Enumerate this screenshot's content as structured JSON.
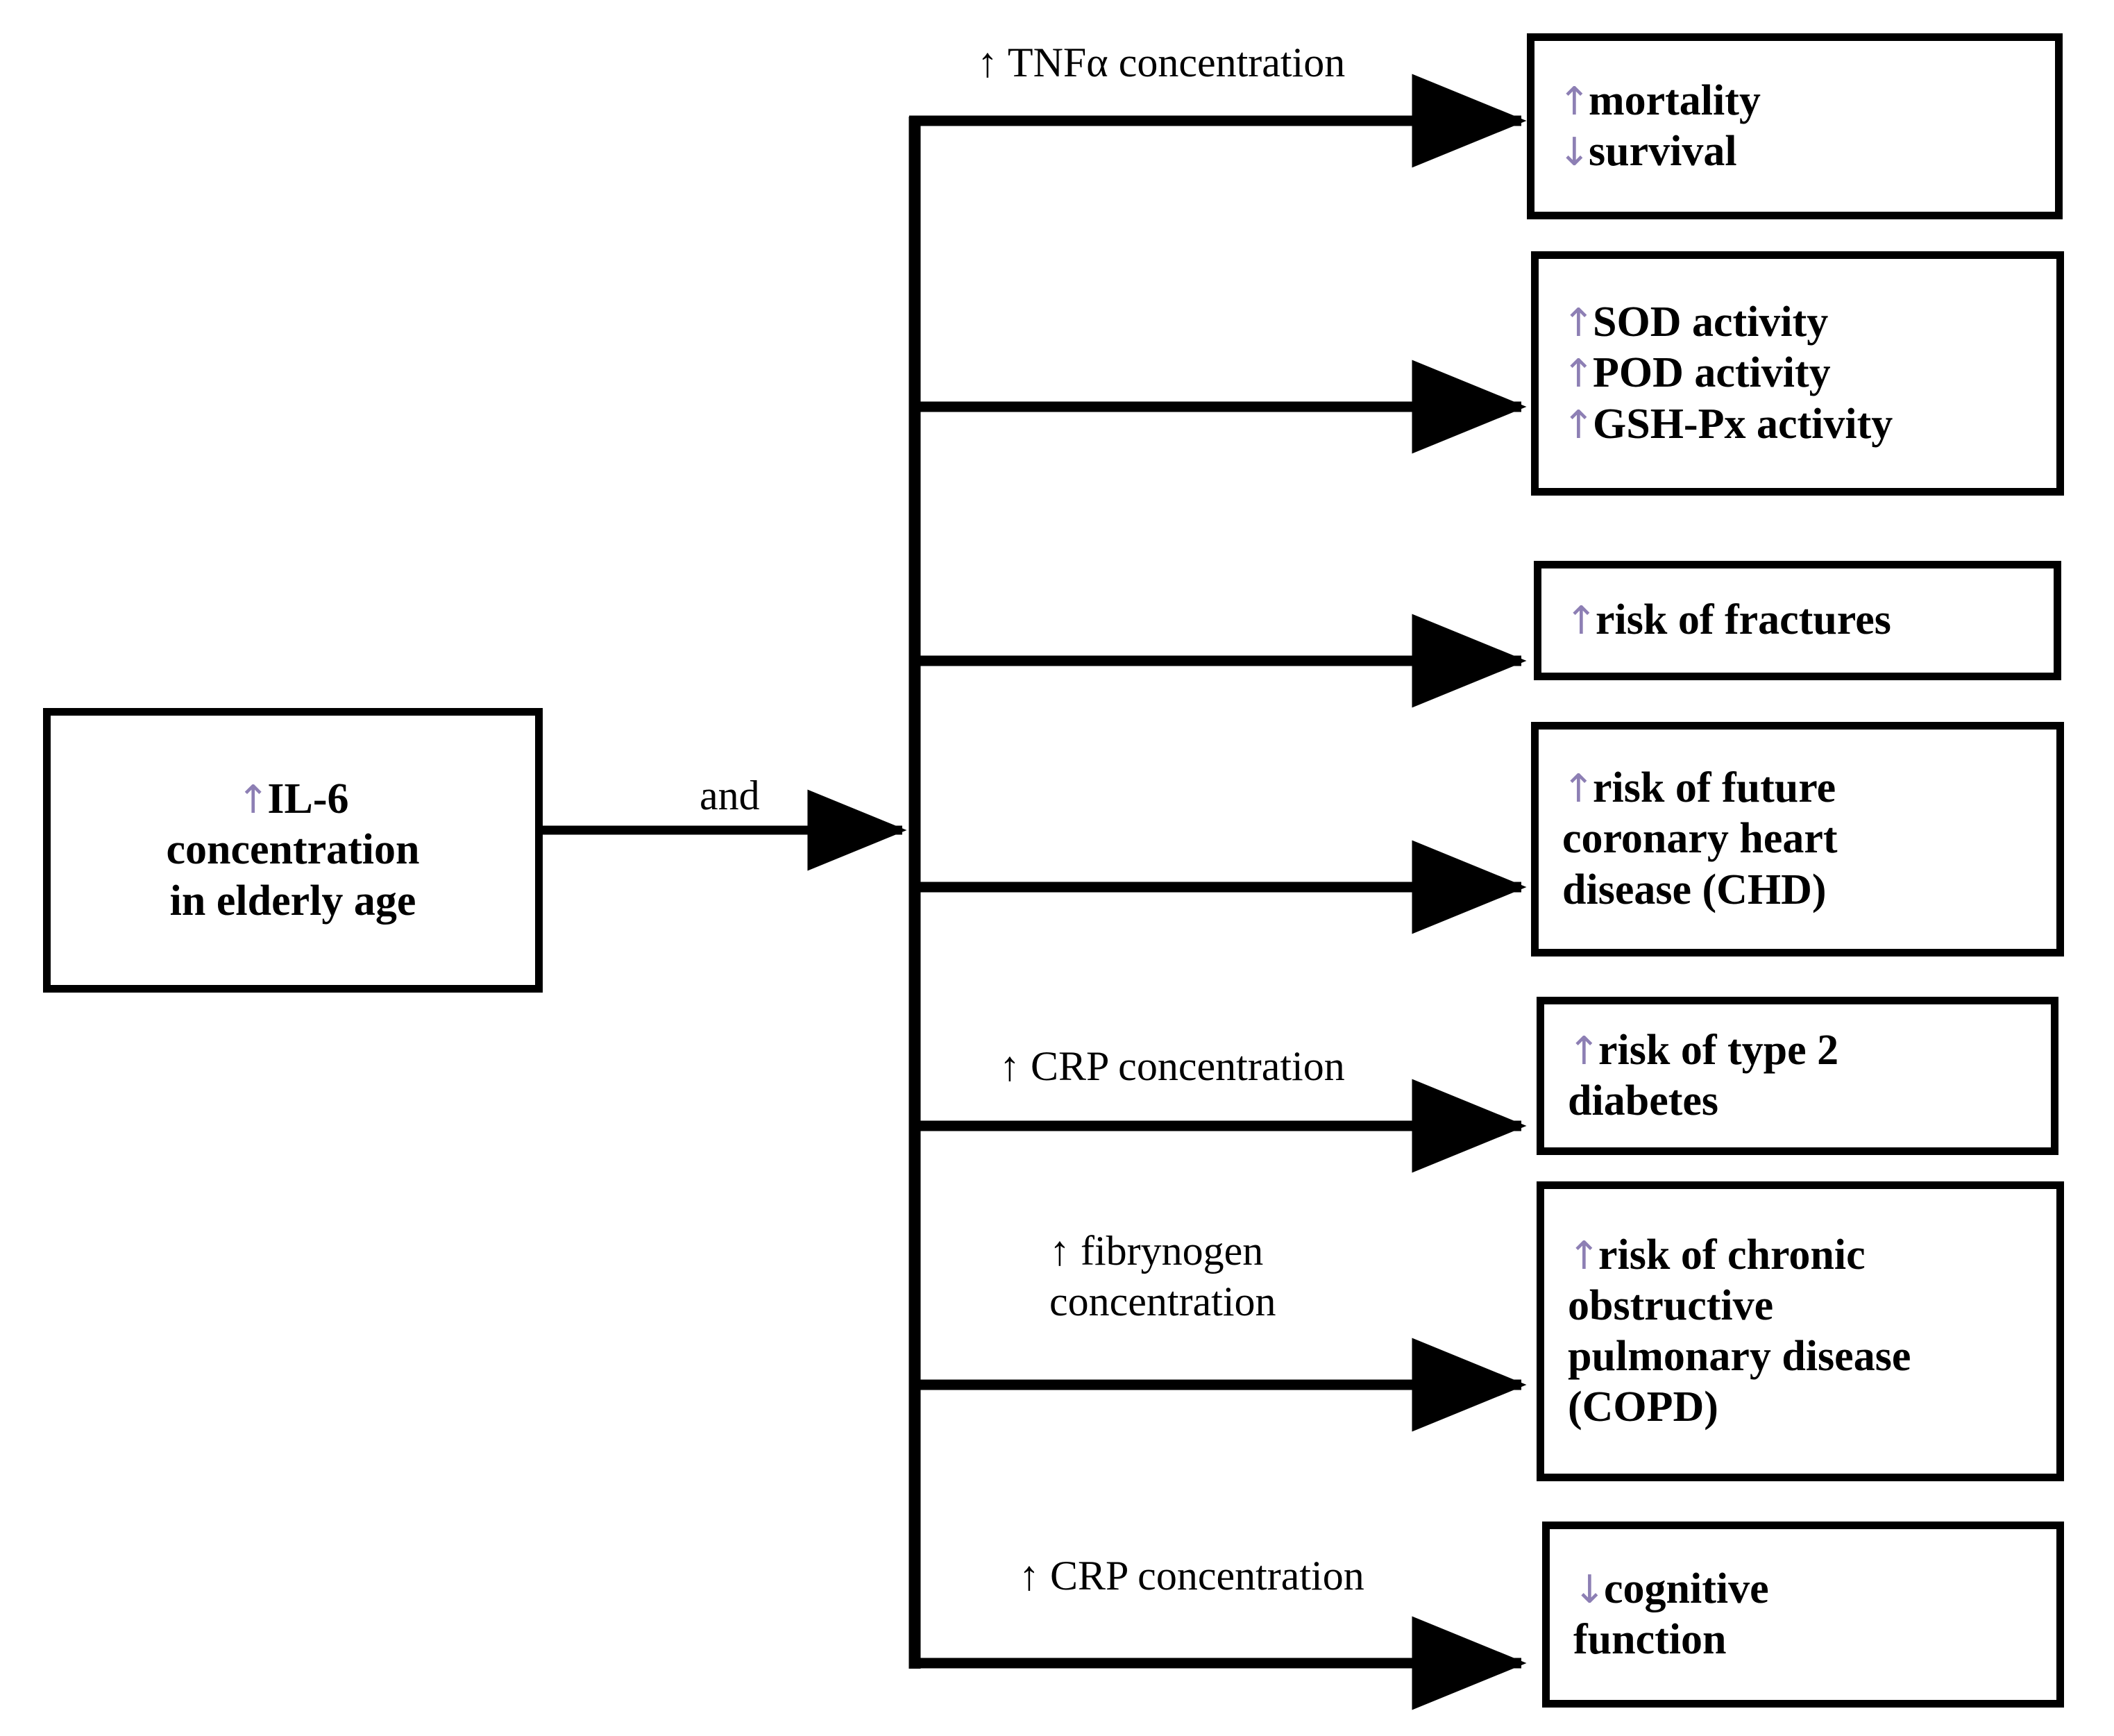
{
  "diagram": {
    "title": "IL-6 concentration in elderly age consequences flowchart",
    "colors": {
      "line": "#000000",
      "box_border": "#000000",
      "background": "#ffffff",
      "arrow_glyph": "#8d7fb4"
    },
    "source_node": {
      "name": "il6-node",
      "lines": [
        {
          "arrow": "↑",
          "text": "IL-6"
        },
        {
          "arrow": "",
          "text": "concentration"
        },
        {
          "arrow": "",
          "text": "in elderly age"
        }
      ]
    },
    "connector_label": "and",
    "edges": [
      {
        "id": "edge-tnfa",
        "label": [
          "↑ TNFα concentration"
        ]
      },
      {
        "id": "edge-sod",
        "label": []
      },
      {
        "id": "edge-fractures",
        "label": []
      },
      {
        "id": "edge-chd",
        "label": []
      },
      {
        "id": "edge-crp-diabetes",
        "label": [
          "↑ CRP concentration"
        ]
      },
      {
        "id": "edge-fibrynogen",
        "label": [
          "↑ fibrynogen",
          "concentration"
        ]
      },
      {
        "id": "edge-crp-cognition",
        "label": [
          "↑ CRP concentration"
        ]
      }
    ],
    "outcomes": [
      {
        "name": "outcome-mortality",
        "lines": [
          {
            "arrow": "↑",
            "text": "mortality"
          },
          {
            "arrow": "↓",
            "text": "survival"
          }
        ]
      },
      {
        "name": "outcome-antioxidant-enzymes",
        "lines": [
          {
            "arrow": "↑",
            "text": "SOD activity"
          },
          {
            "arrow": "↑",
            "text": "POD activity"
          },
          {
            "arrow": "↑",
            "text": "GSH-Px activity"
          }
        ]
      },
      {
        "name": "outcome-fractures",
        "lines": [
          {
            "arrow": "↑",
            "text": "risk of fractures"
          }
        ]
      },
      {
        "name": "outcome-chd",
        "lines": [
          {
            "arrow": "↑",
            "text": "risk of future"
          },
          {
            "arrow": "",
            "text": "coronary heart"
          },
          {
            "arrow": "",
            "text": "disease (CHD)"
          }
        ]
      },
      {
        "name": "outcome-type2-diabetes",
        "lines": [
          {
            "arrow": "↑",
            "text": "risk of type 2"
          },
          {
            "arrow": "",
            "text": "diabetes"
          }
        ]
      },
      {
        "name": "outcome-copd",
        "lines": [
          {
            "arrow": "↑",
            "text": "risk of chronic"
          },
          {
            "arrow": "",
            "text": "obstructive"
          },
          {
            "arrow": "",
            "text": "pulmonary disease"
          },
          {
            "arrow": "",
            "text": "(COPD)"
          }
        ]
      },
      {
        "name": "outcome-cognitive-function",
        "lines": [
          {
            "arrow": "↓",
            "text": "cognitive"
          },
          {
            "arrow": "",
            "text": "function"
          }
        ]
      }
    ]
  }
}
